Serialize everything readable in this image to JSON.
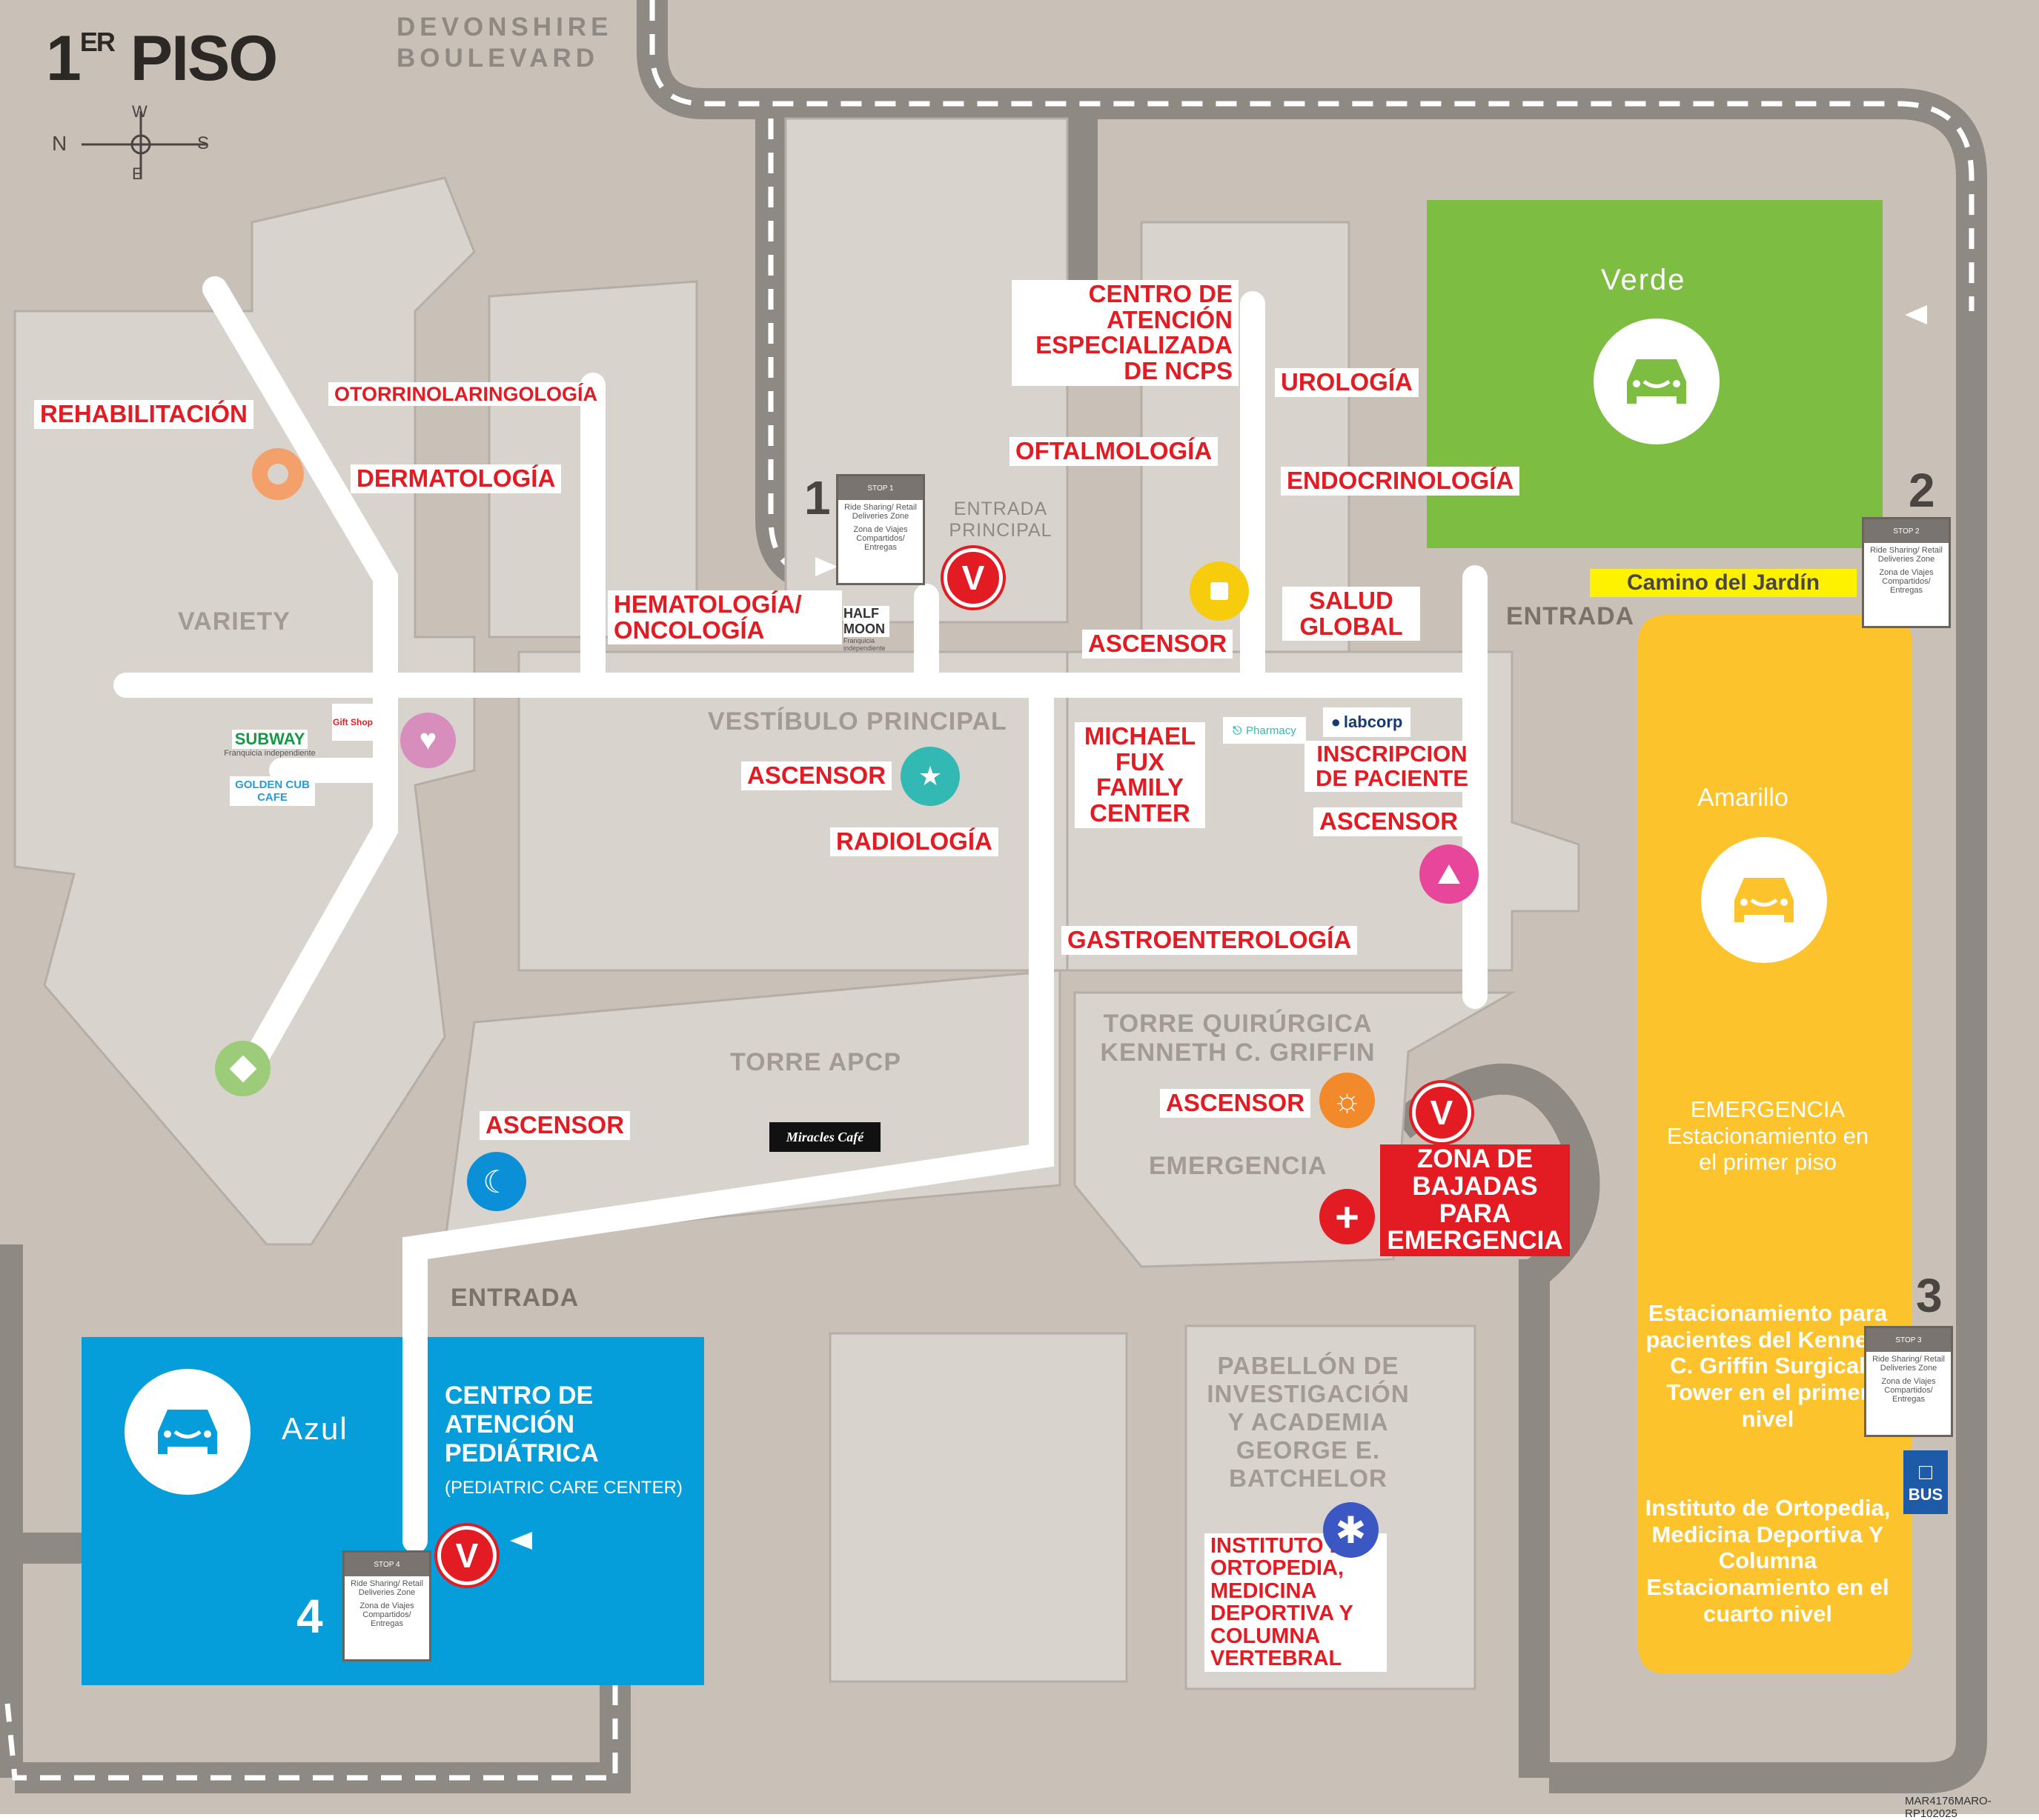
{
  "header": {
    "floor_number": "1",
    "floor_suffix": "ER",
    "floor_word": "PISO",
    "street": [
      "DEVONSHIRE",
      "BOULEVARD"
    ],
    "compass": {
      "n": "N",
      "w": "W",
      "e": "E",
      "s": "S"
    }
  },
  "parking": {
    "verde": {
      "name": "Verde",
      "color": "#7dbd42",
      "icon": "car-smile-icon"
    },
    "amarillo": {
      "name": "Amarillo",
      "color": "#fcc32c",
      "icon": "car-smile-icon",
      "notes": [
        "EMERGENCIA Estacionamiento en el primer piso",
        "Estacionamiento para pacientes del Kenneth C. Griffin Surgical Tower en el primer nivel",
        "Instituto de Ortopedia, Medicina Deportiva Y Columna Estacionamiento en el cuarto nivel"
      ]
    },
    "azul": {
      "name": "Azul",
      "color": "#069ddb",
      "icon": "car-smile-icon"
    }
  },
  "path_label": "Camino del Jardín",
  "areas": {
    "variety": "VARIETY",
    "vestibulo": "VESTÍBULO PRINCIPAL",
    "torre_apcp": "TORRE APCP",
    "torre_quirurgica": "TORRE QUIRÚRGICA KENNETH C. GRIFFIN",
    "emergencia": "EMERGENCIA",
    "pabellon": "PABELLÓN DE INVESTIGACIÓN Y ACADEMIA GEORGE E. BATCHELOR",
    "entrada_principal": "ENTRADA PRINCIPAL",
    "entrada_right": "ENTRADA",
    "entrada_bottom": "ENTRADA"
  },
  "departments": {
    "rehabilitacion": "REHABILITACIÓN",
    "otorrino": "OTORRINOLARINGOLOGÍA",
    "dermatologia": "DERMATOLOGÍA",
    "hematologia": "HEMATOLOGÍA/ ONCOLOGÍA",
    "ncps": "CENTRO DE ATENCIÓN ESPECIALIZADA DE NCPS",
    "urologia": "UROLOGÍA",
    "oftalmologia": "OFTALMOLOGÍA",
    "endocrinologia": "ENDOCRINOLOGÍA",
    "salud_global": "SALUD GLOBAL",
    "michael_fux": "MICHAEL FUX FAMILY CENTER",
    "inscripcion": "INSCRIPCION DE PACIENTE",
    "radiologia": "RADIOLOGÍA",
    "gastro": "GASTROENTEROLOGÍA",
    "zona_bajadas": "ZONA DE BAJADAS PARA EMERGENCIA",
    "instituto": "INSTITUTO DE ORTOPEDIA, MEDICINA DEPORTIVA Y COLUMNA VERTEBRAL",
    "pediatric_title": "CENTRO DE ATENCIÓN PEDIÁTRICA",
    "pediatric_sub": "(PEDIATRIC CARE CENTER)",
    "ascensor": "ASCENSOR"
  },
  "stops": [
    {
      "num": "1",
      "stop": "STOP 1",
      "line1": "Ride Sharing/ Retail Deliveries Zone",
      "line2": "Zona de Viajes Compartidos/ Entregas"
    },
    {
      "num": "2",
      "stop": "STOP 2",
      "line1": "Ride Sharing/ Retail Deliveries Zone",
      "line2": "Zona de Viajes Compartidos/ Entregas"
    },
    {
      "num": "3",
      "stop": "STOP 3",
      "line1": "Ride Sharing/ Retail Deliveries Zone",
      "line2": "Zona de Viajes Compartidos/ Entregas"
    },
    {
      "num": "4",
      "stop": "STOP 4",
      "line1": "Ride Sharing/ Retail Deliveries Zone",
      "line2": "Zona de Viajes Compartidos/ Entregas"
    }
  ],
  "valet": "V",
  "bus": "BUS",
  "shops": {
    "subway": "SUBWAY",
    "subway_sub": "Franquicia independiente",
    "golden": "GOLDEN CUB CAFE",
    "gift": "Gift Shop",
    "halfmoon": "HALF MOON",
    "halfmoon_sub": "Franquicia independiente",
    "pharmacy": "Pharmacy",
    "labcorp": "labcorp",
    "miracles": "Miracles Café"
  },
  "footer_code": "MAR4176MARO-RP102025",
  "colors": {
    "background": "#c9c1b8",
    "building": "#d9d3cd",
    "road": "#8f8983",
    "corridor": "#ffffff",
    "label_red": "#e31b23"
  }
}
